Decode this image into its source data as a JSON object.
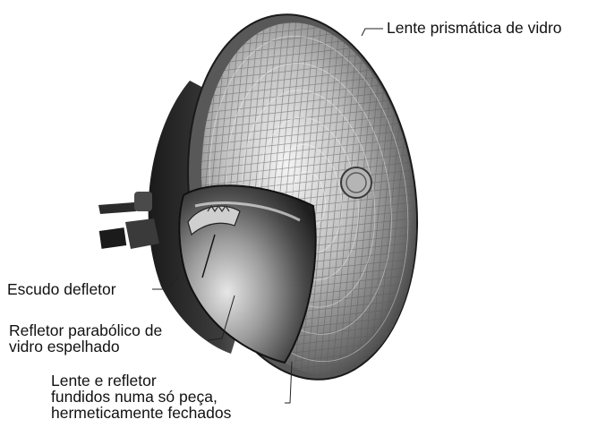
{
  "diagram": {
    "labels": {
      "lens": "Lente prismática de vidro",
      "shield": "Escudo defletor",
      "reflector_l1": "Refletor parabólico de",
      "reflector_l2": "vidro espelhado",
      "sealed_l1": "Lente e refletor",
      "sealed_l2": "fundidos numa só peça,",
      "sealed_l3": "hermeticamente fechados"
    },
    "colors": {
      "background": "#ffffff",
      "ink": "#111111"
    }
  }
}
